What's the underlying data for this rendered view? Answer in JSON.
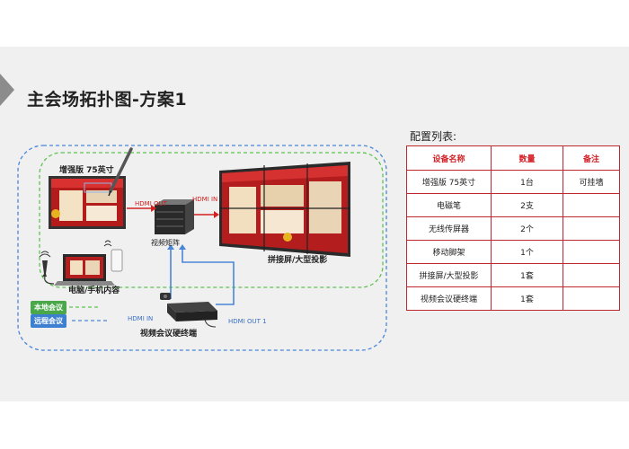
{
  "title": "主会场拓扑图-方案1",
  "diagram": {
    "device_enhanced": "增强版 75英寸",
    "hdmi_out": "HDMI OUT",
    "hdmi_in": "HDMI IN",
    "matrix": "视频矩阵",
    "splice_screen": "拼接屏/大型投影",
    "laptop": "电脑/手机内容",
    "local_meeting": "本地会议",
    "remote_meeting": "远程会议",
    "terminal_hdmi_in": "HDMI IN",
    "terminal_hdmi_out": "HDMI OUT 1",
    "terminal": "视频会议硬终端",
    "colors": {
      "red": "#d42020",
      "blue": "#4a86d8",
      "green": "#5cc24f"
    }
  },
  "config": {
    "title": "配置列表:",
    "headers": [
      "设备名称",
      "数量",
      "备注"
    ],
    "rows": [
      [
        "增强版 75英寸",
        "1台",
        "可挂墙"
      ],
      [
        "电磁笔",
        "2支",
        ""
      ],
      [
        "无线传屏器",
        "2个",
        ""
      ],
      [
        "移动脚架",
        "1个",
        ""
      ],
      [
        "拼接屏/大型投影",
        "1套",
        ""
      ],
      [
        "视频会议硬终端",
        "1套",
        ""
      ]
    ]
  }
}
